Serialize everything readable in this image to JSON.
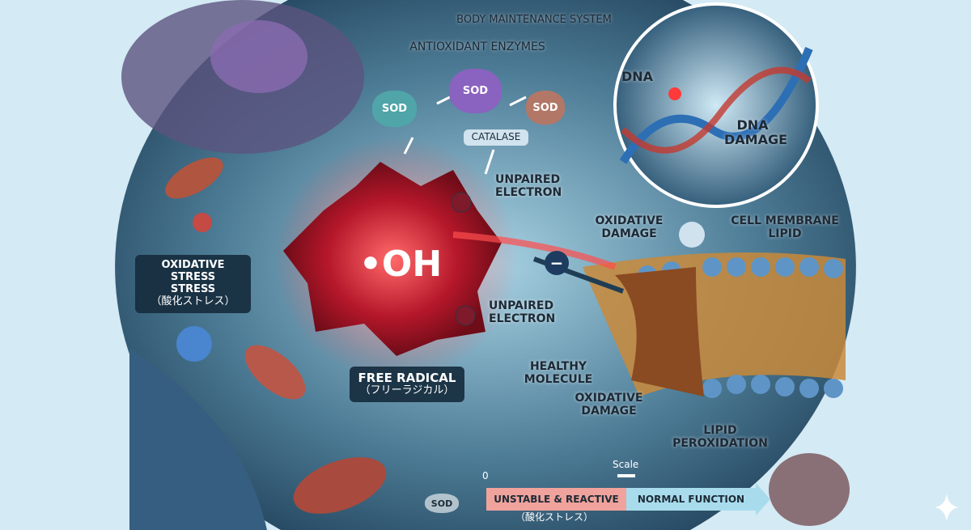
{
  "title": "BODY MAINTENANCE SYSTEM",
  "enzymes": {
    "title": "ANTIOXIDANT ENZYMES",
    "sod1": "SOD",
    "sod2": "SOD",
    "sod3": "SOD",
    "catalase": "CATALASE",
    "sod_bottom": "SOD"
  },
  "dna": {
    "label": "DNA",
    "damage": "DNA DAMAGE"
  },
  "radical": {
    "symbol": "•OH",
    "title": "FREE RADICAL",
    "sub": "（フリーラジカル）"
  },
  "unpaired_top": "UNPAIRED ELECTRON",
  "unpaired_bottom": "UNPAIRED ELECTRON",
  "stress": {
    "line1": "OXIDATIVE STRESS",
    "line2": "STRESS",
    "sub": "（酸化ストレス）"
  },
  "oxidative_damage_top": "OXIDATIVE DAMAGE",
  "membrane": "CELL MEMBRANE LIPID",
  "healthy": "HEALTHY MOLECULE",
  "oxidative_damage_bottom": "OXIDATIVE DAMAGE",
  "lipid": "LIPID PEROXIDATION",
  "electron_sign": "−",
  "scale": {
    "zero": "0",
    "label": "Scale",
    "left": "UNSTABLE & REACTIVE",
    "left_sub": "（酸化ストレス）",
    "right": "NORMAL FUNCTION"
  },
  "colors": {
    "radical": "#c0232e",
    "unstable": "#f0a39c",
    "normal": "#a8dcec"
  }
}
